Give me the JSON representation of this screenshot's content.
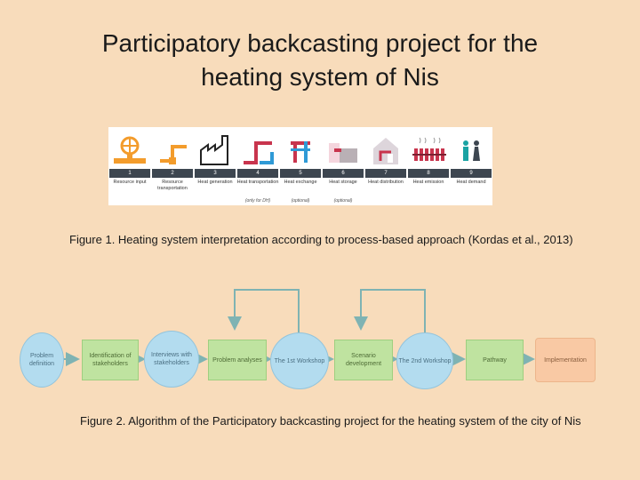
{
  "title": {
    "line1": "Participatory backcasting project for the",
    "line2": "heating system of Nis"
  },
  "figure1": {
    "caption": "Figure 1. Heating system interpretation according to process-based approach (Kordas et al., 2013)",
    "steps": [
      {
        "num": "1",
        "label": "Resource input",
        "note": "",
        "icon": "valve-icon"
      },
      {
        "num": "2",
        "label": "Resource transportation",
        "note": "",
        "icon": "pipe-icon"
      },
      {
        "num": "3",
        "label": "Heat generation",
        "note": "",
        "icon": "factory-icon"
      },
      {
        "num": "4",
        "label": "Heat transportation",
        "note": "(only for DH)",
        "icon": "pipe-icon"
      },
      {
        "num": "5",
        "label": "Heat exchange",
        "note": "(optional)",
        "icon": "heat-exchanger-icon"
      },
      {
        "num": "6",
        "label": "Heat storage",
        "note": "(optional)",
        "icon": "storage-tank-icon"
      },
      {
        "num": "7",
        "label": "Heat distribution",
        "note": "",
        "icon": "house-icon"
      },
      {
        "num": "8",
        "label": "Heat emission",
        "note": "",
        "icon": "radiator-icon"
      },
      {
        "num": "9",
        "label": "Heat demand",
        "note": "",
        "icon": "people-icon"
      }
    ],
    "colors": {
      "orange": "#f39c2c",
      "red": "#c8344d",
      "grey": "#3d4650",
      "blue": "#2f9ad6",
      "teal": "#1aa3a3"
    }
  },
  "figure2": {
    "caption": "Figure 2. Algorithm of the Participatory backcasting project for the heating system of the city of Nis",
    "nodes": [
      {
        "label": "Problem definition",
        "shape": "circle"
      },
      {
        "label": "Identification of stakeholders",
        "shape": "rect"
      },
      {
        "label": "Interviews with stakeholders",
        "shape": "circle"
      },
      {
        "label": "Problem analyses",
        "shape": "rect"
      },
      {
        "label": "The 1st Workshop",
        "shape": "circle"
      },
      {
        "label": "Scenario development",
        "shape": "rect"
      },
      {
        "label": "The 2nd Workshop",
        "shape": "circle"
      },
      {
        "label": "Pathway",
        "shape": "rect"
      },
      {
        "label": "Implementation",
        "shape": "rounded"
      }
    ],
    "colors": {
      "circle": "#b3dcef",
      "rect": "#bfe3a0",
      "implementation": "#f9c9a4",
      "arrow": "#7fb3b3"
    }
  }
}
